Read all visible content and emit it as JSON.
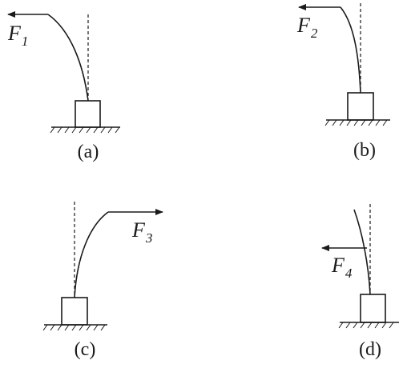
{
  "panels": [
    {
      "caption": "(a)",
      "force_symbol": "F",
      "force_subscript": "1"
    },
    {
      "caption": "(b)",
      "force_symbol": "F",
      "force_subscript": "2"
    },
    {
      "caption": "(c)",
      "force_symbol": "F",
      "force_subscript": "3"
    },
    {
      "caption": "(d)",
      "force_symbol": "F",
      "force_subscript": "4"
    }
  ]
}
